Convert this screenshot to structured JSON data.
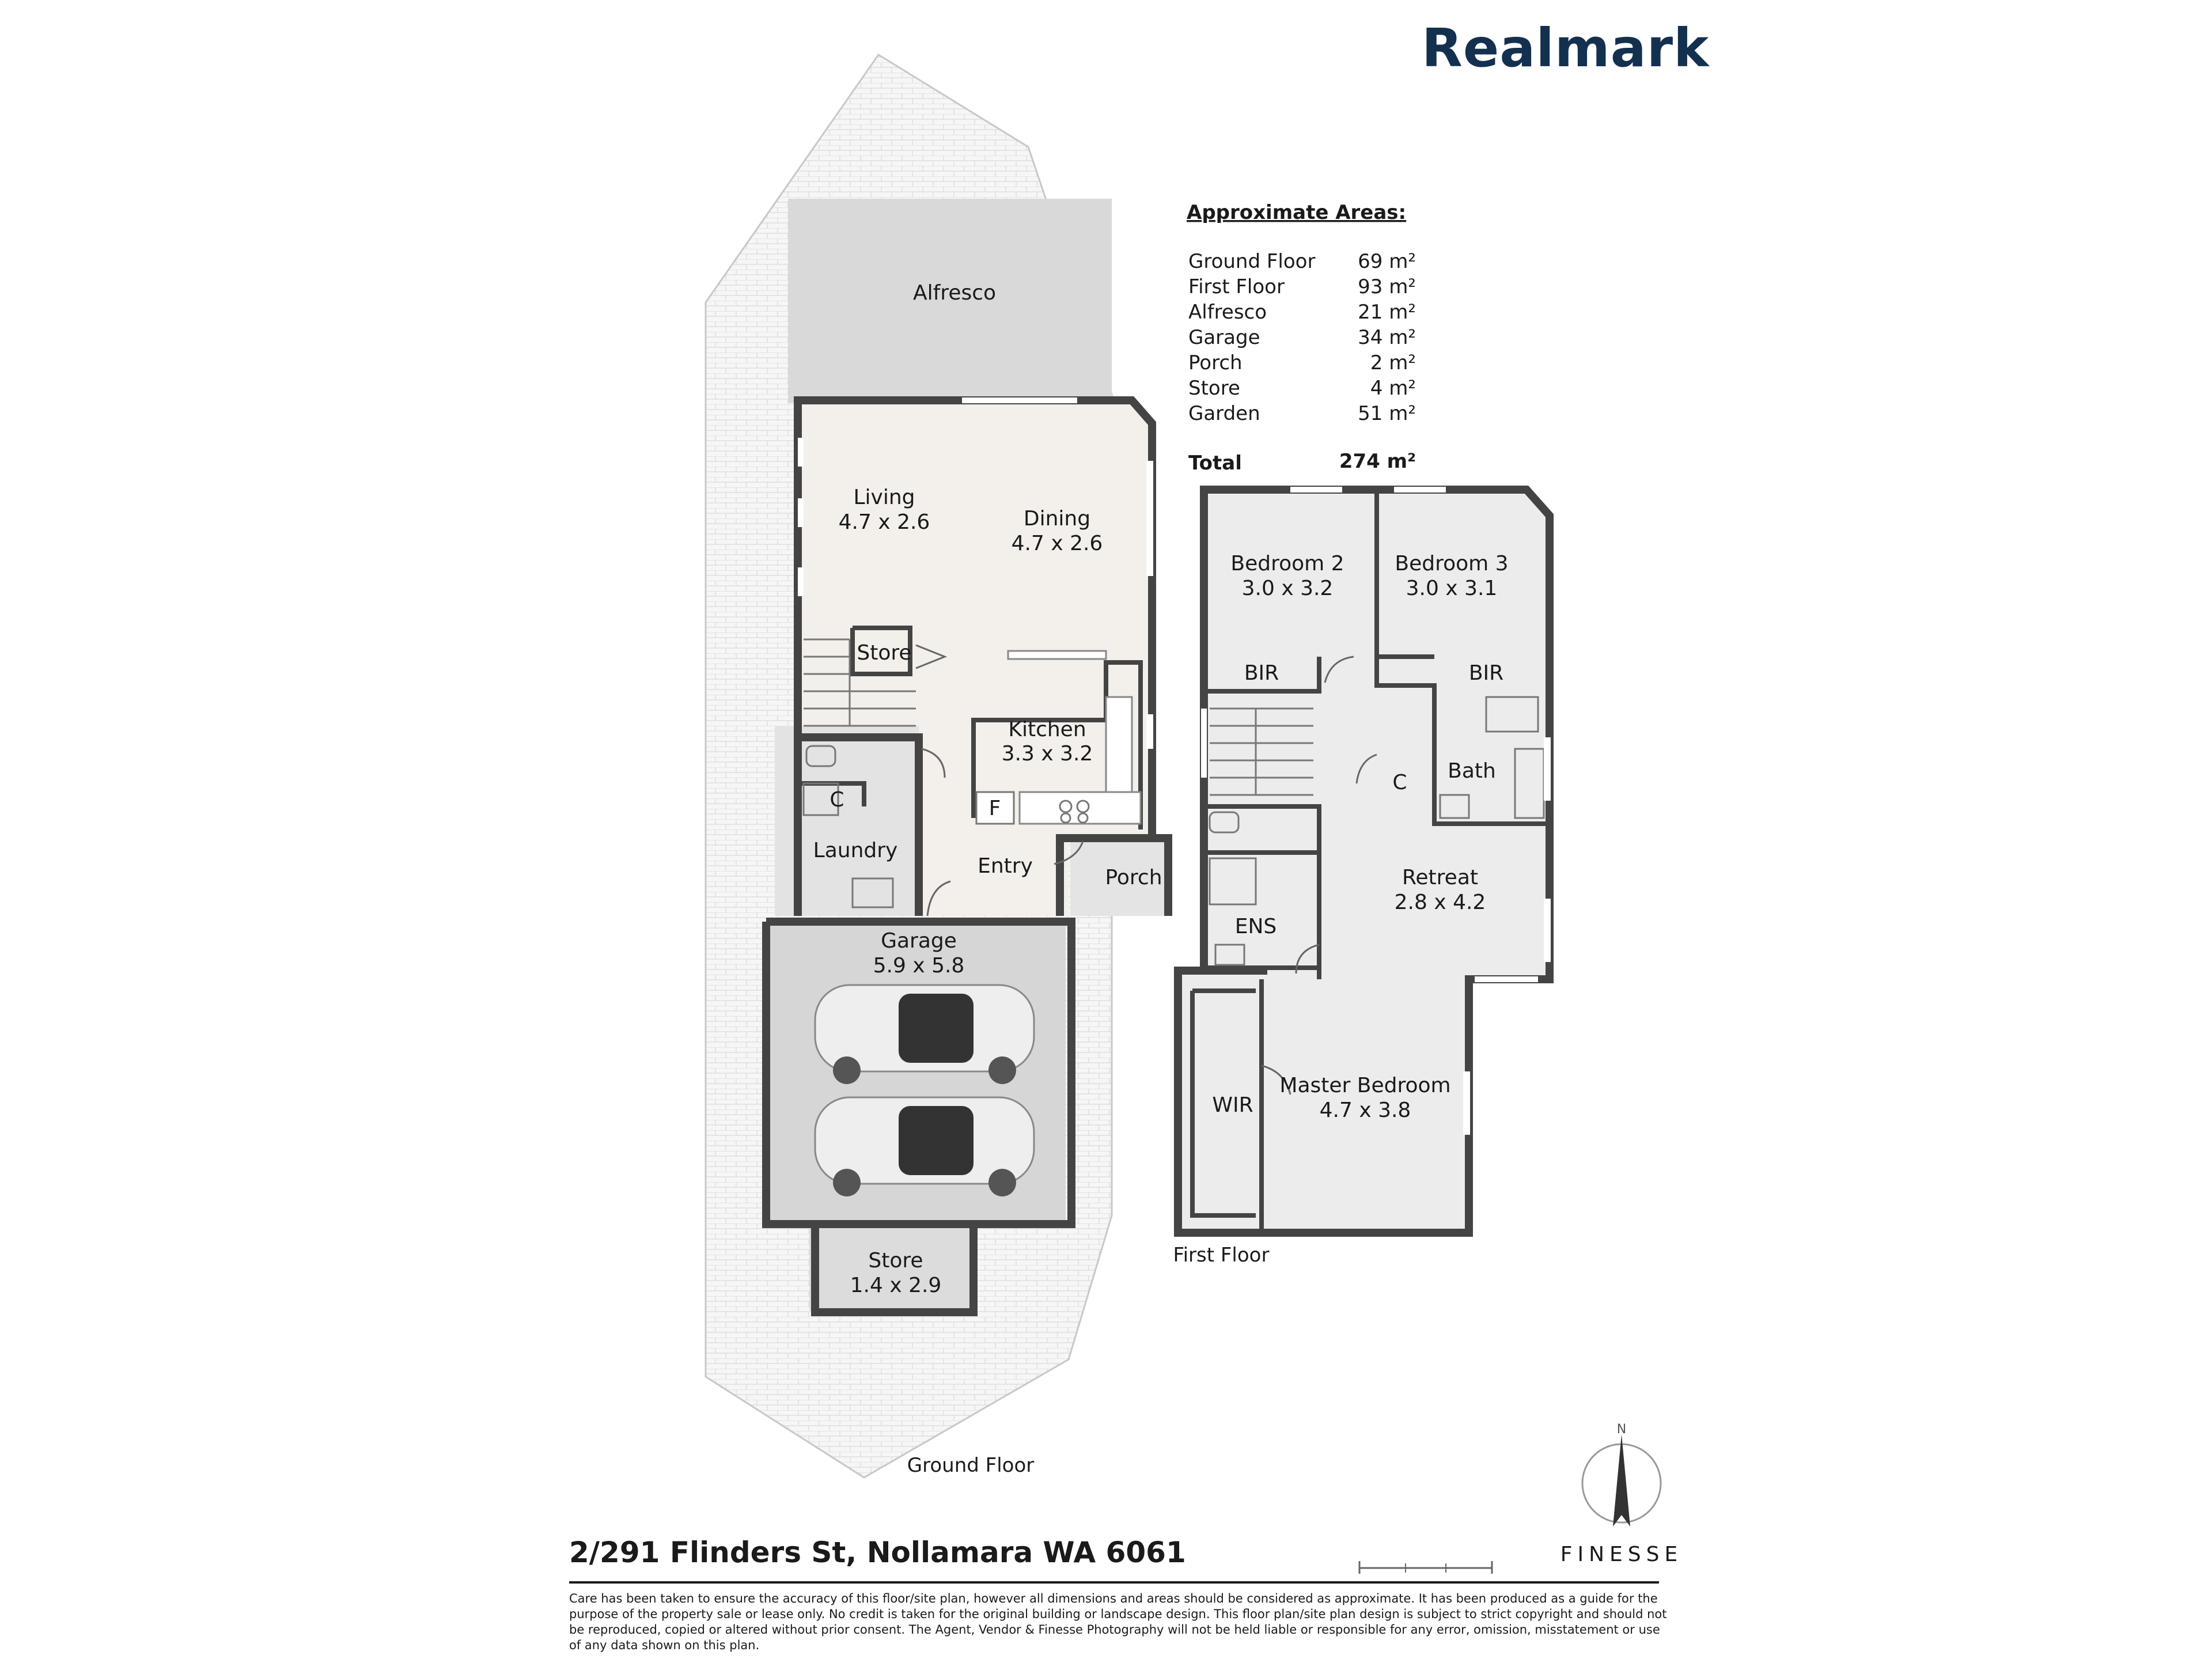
{
  "brand": {
    "logo_text": "Realmark",
    "logo_color": "#14304f",
    "photographer": "FINESSE"
  },
  "areas": {
    "title": "Approximate Areas:",
    "rows": [
      {
        "name": "Ground Floor",
        "value": "69 m²"
      },
      {
        "name": "First Floor",
        "value": "93 m²"
      },
      {
        "name": "Alfresco",
        "value": "21 m²"
      },
      {
        "name": "Garage",
        "value": "34 m²"
      },
      {
        "name": "Porch",
        "value": "2 m²"
      },
      {
        "name": "Store",
        "value": "4 m²"
      },
      {
        "name": "Garden",
        "value": "51 m²"
      }
    ],
    "total_label": "Total",
    "total_value": "274 m²"
  },
  "ground_floor": {
    "label": "Ground Floor",
    "rooms": {
      "alfresco": "Alfresco",
      "living": {
        "name": "Living",
        "size": "4.7 x 2.6"
      },
      "dining": {
        "name": "Dining",
        "size": "4.7 x 2.6"
      },
      "store_inner": "Store",
      "kitchen": {
        "name": "Kitchen",
        "size": "3.3 x 3.2"
      },
      "fridge": "F",
      "cupboard": "C",
      "laundry": "Laundry",
      "entry": "Entry",
      "porch": "Porch",
      "garage": {
        "name": "Garage",
        "size": "5.9 x 5.8"
      },
      "store_outer": {
        "name": "Store",
        "size": "1.4 x 2.9"
      }
    }
  },
  "first_floor": {
    "label": "First Floor",
    "rooms": {
      "bedroom2": {
        "name": "Bedroom 2",
        "size": "3.0 x 3.2"
      },
      "bedroom3": {
        "name": "Bedroom 3",
        "size": "3.0 x 3.1"
      },
      "bir_left": "BIR",
      "bir_right": "BIR",
      "cupboard": "C",
      "bath": "Bath",
      "retreat": {
        "name": "Retreat",
        "size": "2.8 x 4.2"
      },
      "ens": "ENS",
      "wir": "WIR",
      "master": {
        "name": "Master Bedroom",
        "size": "4.7 x 3.8"
      }
    }
  },
  "footer": {
    "address": "2/291 Flinders St, Nollamara WA 6061",
    "disclaimer": "Care has been taken to ensure the accuracy of this floor/site plan, however all dimensions and areas should be considered as approximate. It has been produced as a guide for the purpose of the property sale or lease only. No credit is taken for the original building or landscape design. This floor plan/site plan design is subject to strict copyright and should not be reproduced, copied or altered without prior consent. The Agent, Vendor & Finesse Photography will not be held liable or responsible for any error, omission, misstatement or use of any data shown on this plan."
  }
}
